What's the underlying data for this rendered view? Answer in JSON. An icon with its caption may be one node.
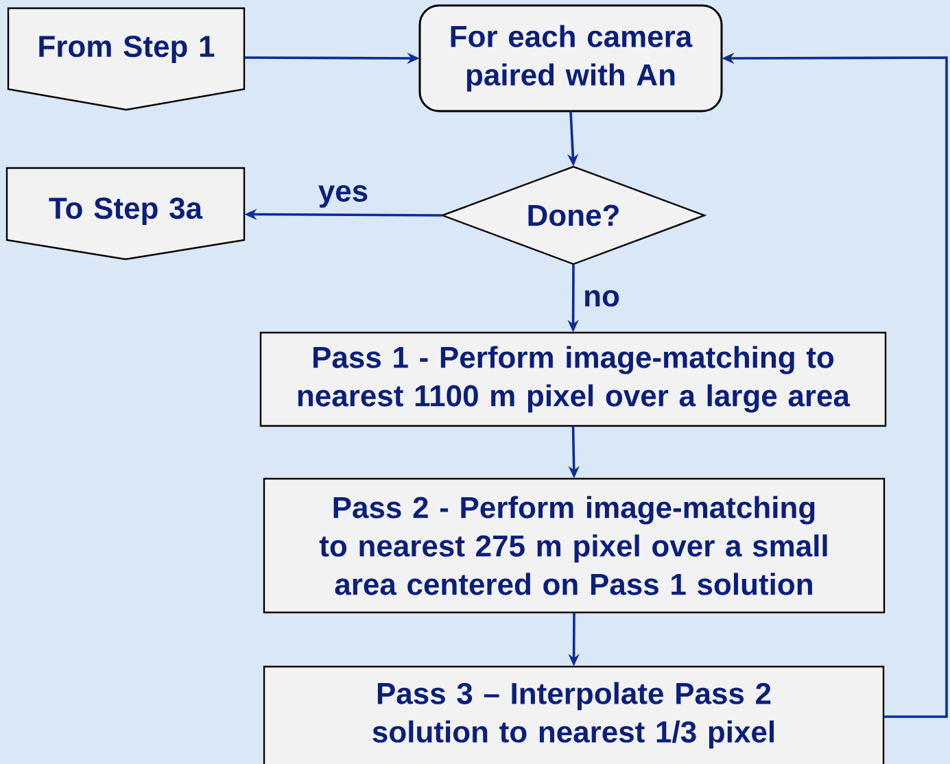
{
  "diagram": {
    "nodes": [
      {
        "text": [
          "From Step 1"
        ]
      },
      {
        "text": [
          "For each camera paired with An"
        ]
      },
      {
        "text": [
          "To Step 3a"
        ]
      },
      {
        "text": [
          "Done?"
        ]
      },
      {
        "text": [
          "Pass 1 - Perform image-matching to nearest 1100 m pixel over a large area"
        ]
      },
      {
        "text": [
          "Pass 2 - Perform image-matching to nearest 275 m pixel over a small area centered on Pass 1 solution"
        ]
      },
      {
        "text": [
          "Pass 3 – Interpolate Pass 2 solution to nearest 1/3 pixel"
        ]
      }
    ],
    "edges": [
      {
        "from": 0,
        "to": 1,
        "arrow": "to"
      },
      {
        "from": 1,
        "to": 3,
        "arrow": "to"
      },
      {
        "from": 3,
        "to": 2,
        "arrow": "to",
        "label": "yes"
      },
      {
        "from": 3,
        "to": 4,
        "arrow": "to",
        "label": "no"
      },
      {
        "from": 4,
        "to": 5,
        "arrow": "to"
      },
      {
        "from": 5,
        "to": 6,
        "arrow": "to"
      },
      {
        "from": 6,
        "to": 1,
        "arrow": "to"
      }
    ]
  }
}
